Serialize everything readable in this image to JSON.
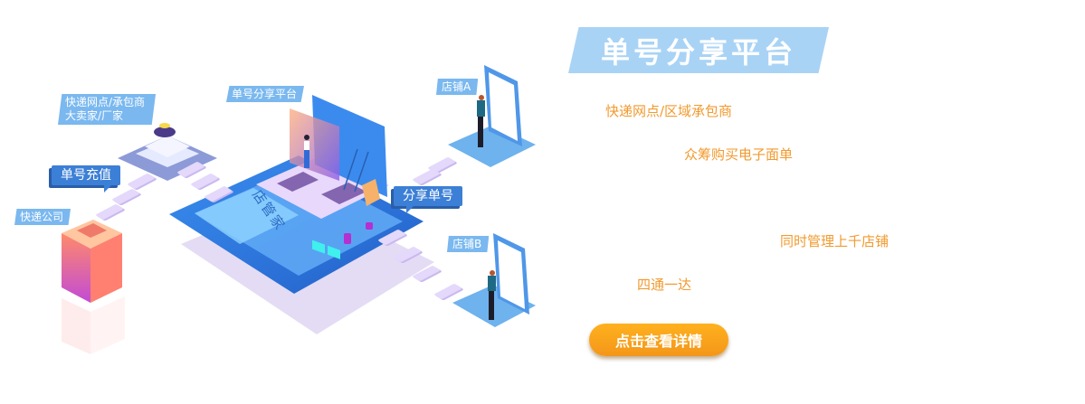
{
  "banner": {
    "title": "单号分享平台",
    "bg_color": "#a9d3f5"
  },
  "features": [
    {
      "text": "快递网点/区域承包商"
    },
    {
      "text": "众筹购买电子面单"
    },
    {
      "text": "同时管理上千店铺"
    },
    {
      "text": "四通一达"
    }
  ],
  "cta": {
    "label": "点击查看详情",
    "color": "#f7a21c"
  },
  "illustration": {
    "tags": {
      "outlets": {
        "line1": "快递网点/承包商",
        "line2": "大卖家/厂家"
      },
      "platform": "单号分享平台",
      "courier": "快递公司",
      "shop_a": "店铺A",
      "shop_b": "店铺B"
    },
    "bubbles": {
      "recharge": "单号充值",
      "share": "分享单号"
    },
    "platform_label": "店管家"
  },
  "colors": {
    "feature_text": "#f29a2e",
    "tag_bg": "#7ab8ef",
    "bubble_bg": "#3c7fd6"
  }
}
